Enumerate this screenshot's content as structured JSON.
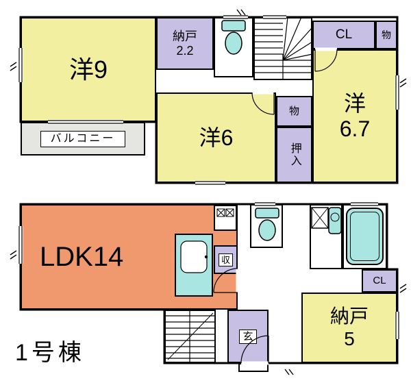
{
  "plan": {
    "building_label": "1号棟"
  },
  "colors": {
    "wall": "#000000",
    "background": "#ffffff",
    "room_yellow": "#f2efa0",
    "closet_lavender": "#c8c0e4",
    "ldk_orange": "#f0996e",
    "fixture_cyan": "#a9e5e1",
    "balcony_gray": "#e5e5e2"
  },
  "floor2": {
    "western_room_9": "洋9",
    "storage_2_2": "納戸\n2.2",
    "closet": "CL",
    "storage_top_right": "物",
    "western_room_6": "洋6",
    "storage_mid": "物",
    "oshiire": "押入",
    "western_room_6_7": "洋\n6.7",
    "balcony": "バルコニー"
  },
  "floor1": {
    "ldk": "LDK14",
    "storage_small": "収",
    "entrance": "玄",
    "storage_5": "納戸\n5",
    "closet": "CL"
  }
}
